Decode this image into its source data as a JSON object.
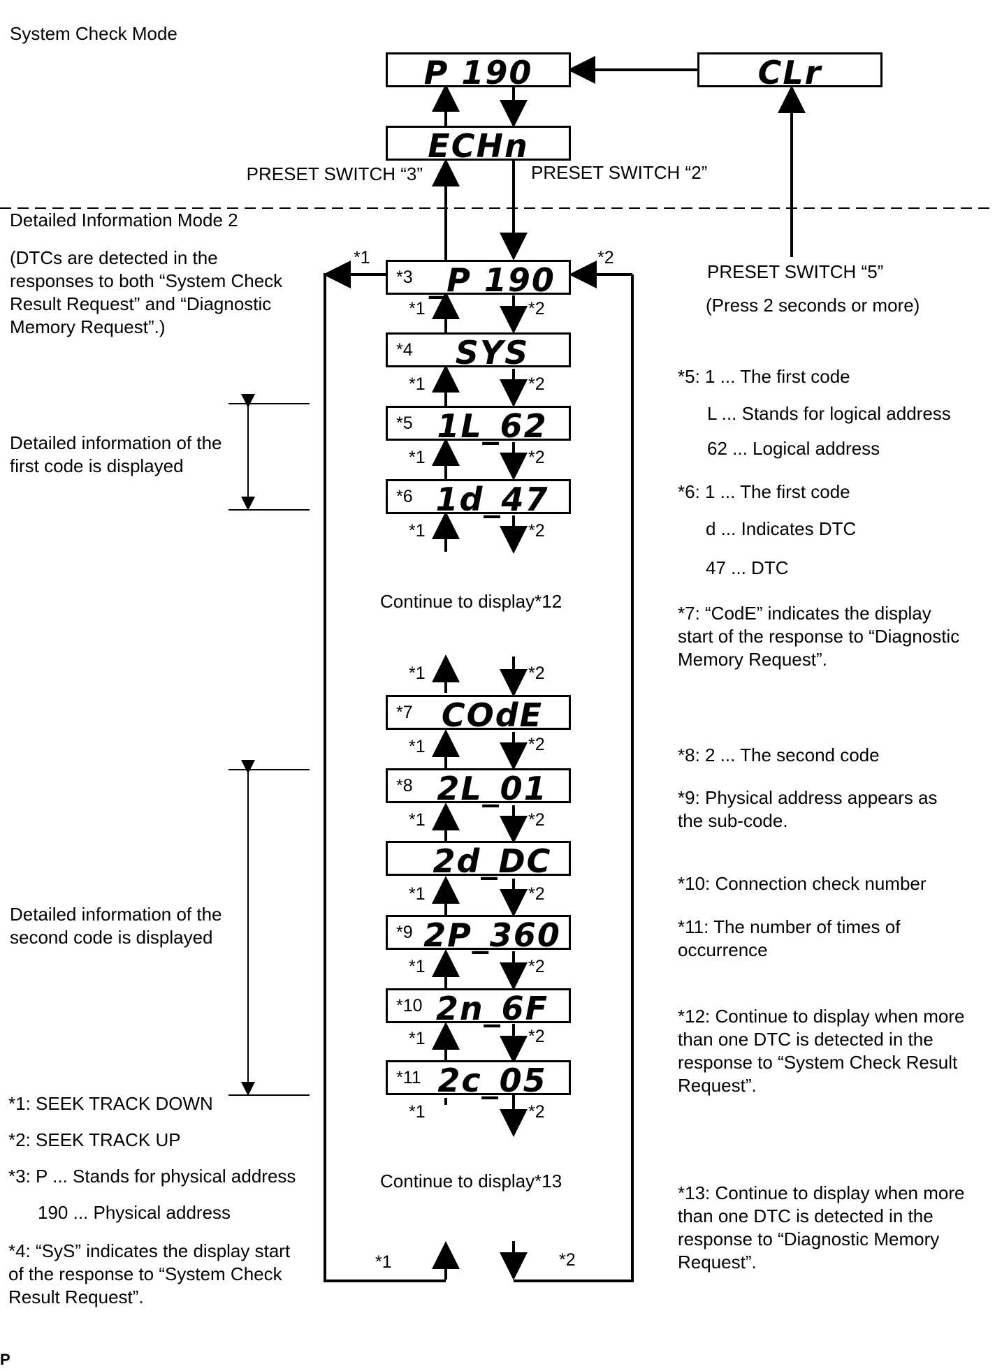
{
  "texts": {
    "mode1_title": "System Check Mode",
    "mode2_title": "Detailed Information Mode 2",
    "preset3": "PRESET SWITCH “3”",
    "preset2": "PRESET SWITCH “2”",
    "preset5": "PRESET SWITCH “5”",
    "press2s": "(Press 2 seconds or more)",
    "dtc_note": [
      "(DTCs are detected in the",
      "responses to both “System Check",
      "Result Request” and “Diagnostic",
      "Memory Request”.)"
    ],
    "first_code": [
      "Detailed information of the",
      "first code is displayed"
    ],
    "second_code": [
      "Detailed information of the",
      "second code is displayed"
    ],
    "cont12": "Continue to display*12",
    "cont13": "Continue to display*13",
    "footer_mark": "P"
  },
  "left_notes": [
    "*1: SEEK TRACK DOWN",
    "*2: SEEK TRACK UP",
    "*3: P ... Stands for physical address",
    "190 ... Physical address",
    "*4: “SyS” indicates the display start",
    "of the response to “System Check",
    "Result Request”."
  ],
  "right_notes": {
    "n5": [
      "*5: 1 ... The first code",
      "L ... Stands for logical address",
      "62 ... Logical address"
    ],
    "n6": [
      "*6: 1 ... The first code",
      "d ... Indicates DTC",
      "47 ... DTC"
    ],
    "n7": [
      "*7: “CodE” indicates the display",
      "start of the response to “Diagnostic",
      "Memory Request”."
    ],
    "n8": "*8: 2 ... The second code",
    "n9": [
      "*9: Physical address appears as",
      "the sub-code."
    ],
    "n10": "*10: Connection check number",
    "n11": [
      "*11: The number of times of",
      "occurrence"
    ],
    "n12": [
      "*12: Continue to display when more",
      "than one DTC is detected in the",
      "response to “System Check Result",
      "Request”."
    ],
    "n13": [
      "*13: Continue to display when more",
      "than one DTC is detected in the",
      "response to “Diagnostic Memory",
      "Request”."
    ]
  },
  "displays": {
    "top": "P 190",
    "clr": "CLr",
    "echn": "ECHn",
    "d3": {
      "label": "*3",
      "code": "_P 190"
    },
    "d4": {
      "label": "*4",
      "code": "SYS"
    },
    "d5": {
      "label": "*5",
      "code": "1L_62"
    },
    "d6": {
      "label": "*6",
      "code": "1d_47"
    },
    "d7": {
      "label": "*7",
      "code": "COdE"
    },
    "d8": {
      "label": "*8",
      "code": "2L_01"
    },
    "d_dc": {
      "label": "",
      "code": "2d_DC"
    },
    "d9": {
      "label": "*9",
      "code": "2P_360"
    },
    "d10": {
      "label": "*10",
      "code": "2n_6F"
    },
    "d11": {
      "label": "*11",
      "code": "2c_05"
    }
  },
  "arrow_labels": {
    "down": "*1",
    "up": "*2"
  }
}
